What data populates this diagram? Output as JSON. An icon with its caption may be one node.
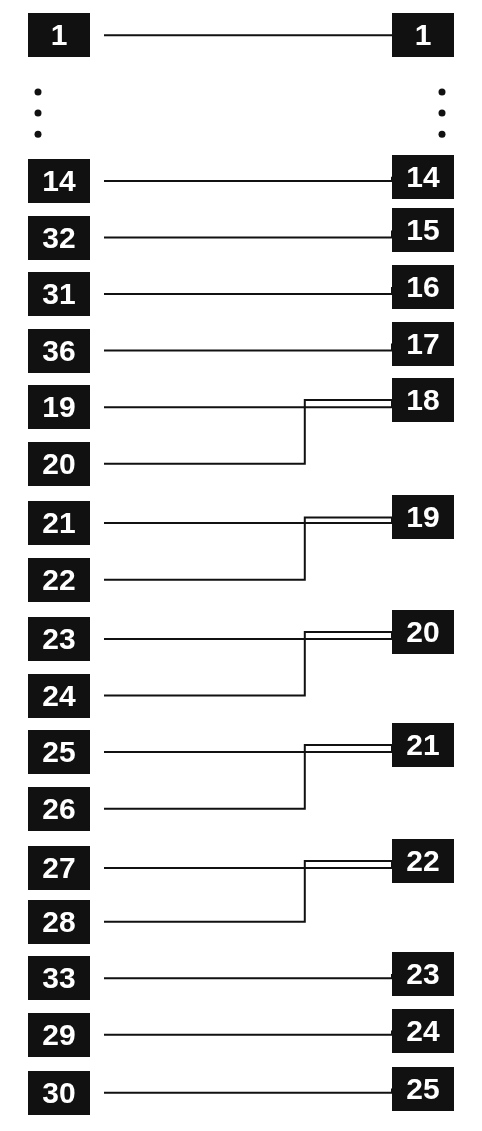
{
  "diagram": {
    "nodes": [
      {
        "text": [
          "1"
        ]
      },
      {
        "text": [
          "1"
        ]
      },
      {
        "text": [
          "14"
        ]
      },
      {
        "text": [
          "14"
        ]
      },
      {
        "text": [
          "32"
        ]
      },
      {
        "text": [
          "15"
        ]
      },
      {
        "text": [
          "31"
        ]
      },
      {
        "text": [
          "16"
        ]
      },
      {
        "text": [
          "36"
        ]
      },
      {
        "text": [
          "17"
        ]
      },
      {
        "text": [
          "19"
        ]
      },
      {
        "text": [
          "18"
        ]
      },
      {
        "text": [
          "20"
        ]
      },
      {
        "text": [
          "21"
        ]
      },
      {
        "text": [
          "19"
        ]
      },
      {
        "text": [
          "22"
        ]
      },
      {
        "text": [
          "23"
        ]
      },
      {
        "text": [
          "20"
        ]
      },
      {
        "text": [
          "24"
        ]
      },
      {
        "text": [
          "25"
        ]
      },
      {
        "text": [
          "21"
        ]
      },
      {
        "text": [
          "26"
        ]
      },
      {
        "text": [
          "27"
        ]
      },
      {
        "text": [
          "22"
        ]
      },
      {
        "text": [
          "28"
        ]
      },
      {
        "text": [
          "33"
        ]
      },
      {
        "text": [
          "23"
        ]
      },
      {
        "text": [
          "29"
        ]
      },
      {
        "text": [
          "24"
        ]
      },
      {
        "text": [
          "30"
        ]
      },
      {
        "text": [
          "25"
        ]
      }
    ],
    "edges": [
      {
        "from": 0,
        "to": 1,
        "arrow": "none"
      },
      {
        "from": 2,
        "to": 3,
        "arrow": "none"
      },
      {
        "from": 4,
        "to": 5,
        "arrow": "none"
      },
      {
        "from": 6,
        "to": 7,
        "arrow": "none"
      },
      {
        "from": 8,
        "to": 9,
        "arrow": "none"
      },
      {
        "from": 10,
        "to": 11,
        "arrow": "none"
      },
      {
        "from": 12,
        "to": 11,
        "arrow": "none"
      },
      {
        "from": 13,
        "to": 14,
        "arrow": "none"
      },
      {
        "from": 15,
        "to": 14,
        "arrow": "none"
      },
      {
        "from": 16,
        "to": 17,
        "arrow": "none"
      },
      {
        "from": 18,
        "to": 17,
        "arrow": "none"
      },
      {
        "from": 19,
        "to": 20,
        "arrow": "none"
      },
      {
        "from": 21,
        "to": 20,
        "arrow": "none"
      },
      {
        "from": 22,
        "to": 23,
        "arrow": "none"
      },
      {
        "from": 24,
        "to": 23,
        "arrow": "none"
      },
      {
        "from": 25,
        "to": 26,
        "arrow": "none"
      },
      {
        "from": 27,
        "to": 28,
        "arrow": "none"
      },
      {
        "from": 29,
        "to": 30,
        "arrow": "none"
      }
    ]
  }
}
